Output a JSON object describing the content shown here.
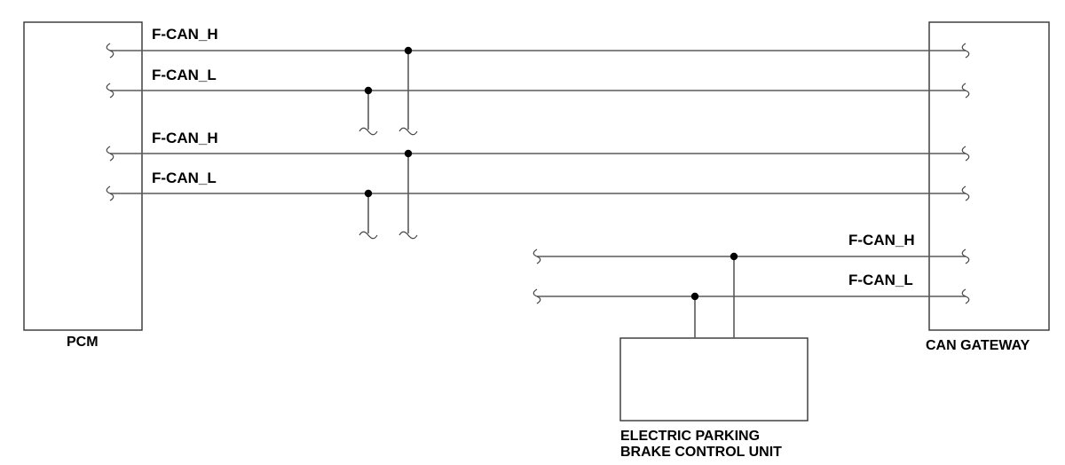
{
  "components": {
    "pcm": {
      "label": "PCM"
    },
    "can_gateway": {
      "label": "CAN GATEWAY"
    },
    "epb": {
      "label_line1": "ELECTRIC PARKING",
      "label_line2": "BRAKE CONTROL UNIT"
    }
  },
  "signals": {
    "group1_high": "F-CAN_H",
    "group1_low": "F-CAN_L",
    "group2_high": "F-CAN_H",
    "group2_low": "F-CAN_L",
    "group3_high": "F-CAN_H",
    "group3_low": "F-CAN_L"
  },
  "colors": {
    "wire": "#5a5a5a",
    "junction": "#000000",
    "text": "#000000"
  }
}
